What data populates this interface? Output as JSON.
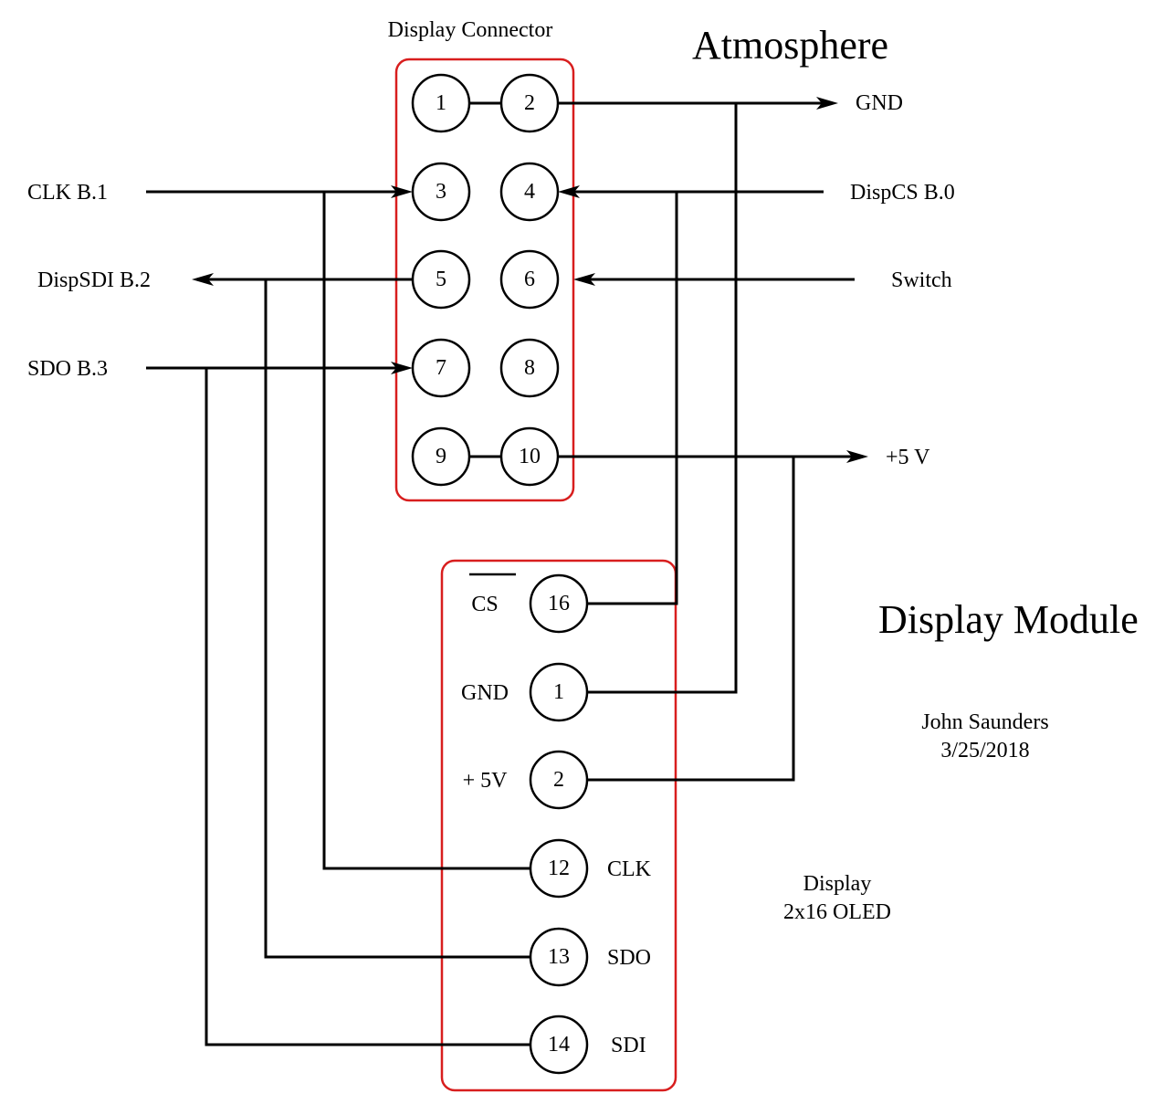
{
  "titles": {
    "connector_heading": "Display Connector",
    "atmosphere": "Atmosphere",
    "display_module": "Display Module"
  },
  "author": {
    "name": "John Saunders",
    "date": "3/25/2018"
  },
  "display_caption": {
    "line1": "Display",
    "line2": "2x16 OLED"
  },
  "connector_pins": [
    "1",
    "2",
    "3",
    "4",
    "5",
    "6",
    "7",
    "8",
    "9",
    "10"
  ],
  "signals_left": {
    "clk": "CLK B.1",
    "dispsdi": "DispSDI B.2",
    "sdo": "SDO B.3"
  },
  "signals_right": {
    "gnd": "GND",
    "dispcs": "DispCS B.0",
    "switch": "Switch",
    "vcc": "+5 V"
  },
  "module_pins": [
    {
      "num": "16",
      "label": "CS"
    },
    {
      "num": "1",
      "label": "GND"
    },
    {
      "num": "2",
      "label": "+ 5V"
    },
    {
      "num": "12",
      "label": "CLK"
    },
    {
      "num": "13",
      "label": "SDO"
    },
    {
      "num": "14",
      "label": "SDI"
    }
  ],
  "colors": {
    "outline": "#d81e1e",
    "wire": "#000000"
  }
}
